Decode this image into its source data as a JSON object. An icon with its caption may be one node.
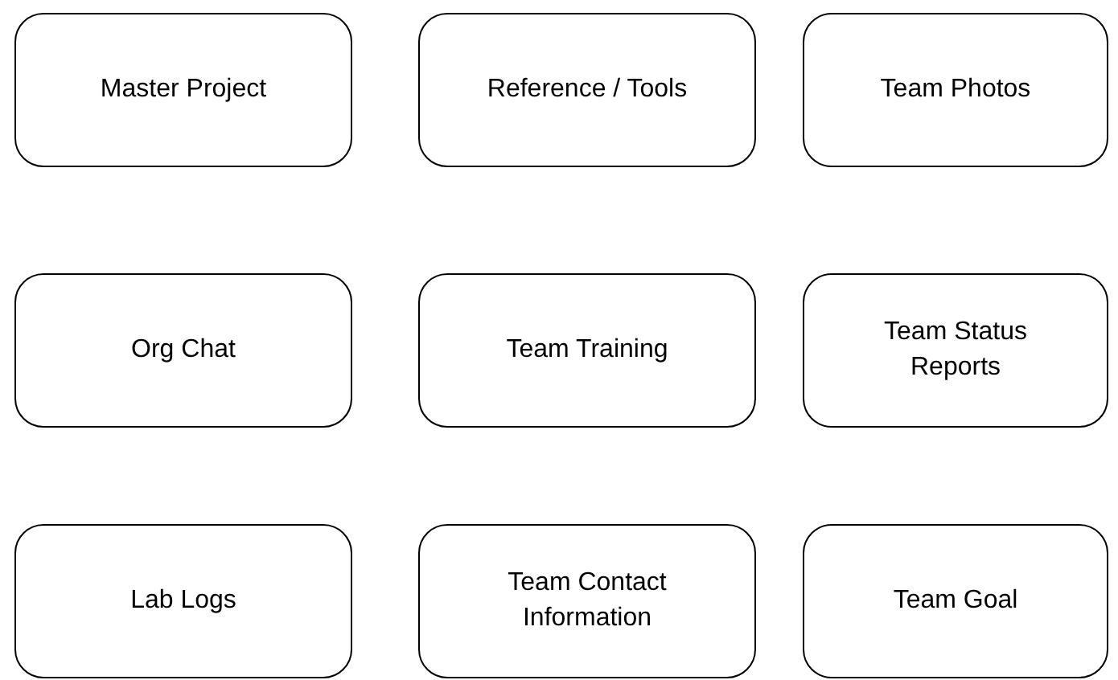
{
  "diagram": {
    "nodes": [
      {
        "text": [
          "Master Project"
        ]
      },
      {
        "text": [
          "Reference / Tools"
        ]
      },
      {
        "text": [
          "Team Photos"
        ]
      },
      {
        "text": [
          "Org Chat"
        ]
      },
      {
        "text": [
          "Team Training"
        ]
      },
      {
        "text": [
          "Team Status Reports"
        ]
      },
      {
        "text": [
          "Lab Logs"
        ]
      },
      {
        "text": [
          "Team Contact Information"
        ]
      },
      {
        "text": [
          "Team Goal"
        ]
      }
    ]
  }
}
